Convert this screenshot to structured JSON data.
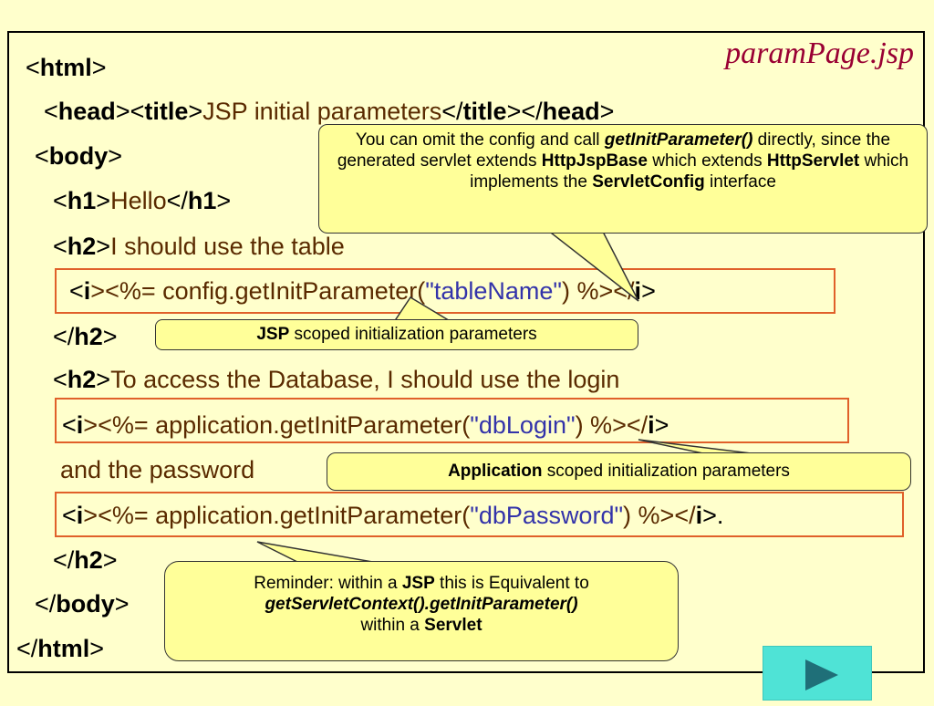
{
  "filename": "paramPage.jsp",
  "code": {
    "html_open": {
      "lt": "<",
      "tag": "html",
      "gt": ">"
    },
    "head_line": {
      "lt1": "<",
      "tag1": "head",
      "mid1": "><",
      "tag2": "title",
      "gt1": ">",
      "text": "JSP initial parameters",
      "lt2": "</",
      "tag3": "title",
      "mid2": "></",
      "tag4": "head",
      "gt2": ">"
    },
    "body_open": {
      "lt": "<",
      "tag": "body",
      "gt": ">"
    },
    "h1_line": {
      "lt1": "<",
      "tag1": "h1",
      "gt1": ">",
      "text": "Hello",
      "lt2": "</",
      "tag2": "h1",
      "gt2": ">"
    },
    "h2_line1": {
      "lt": "<",
      "tag": "h2",
      "gt": ">",
      "text": "I should use the table"
    },
    "expr1": {
      "lt": "<",
      "tag": "i",
      "pre": "><%= config.getInitParameter(",
      "str": "\"tableName\"",
      "post": ") %></",
      "tag2": "i",
      "gt": ">"
    },
    "h2_close1": {
      "lt": "</",
      "tag": "h2",
      "gt": ">"
    },
    "h2_line2": {
      "lt": "<",
      "tag": "h2",
      "gt": ">",
      "text": "To access the Database, I should use the login"
    },
    "expr2": {
      "lt": "<",
      "tag": "i",
      "pre": "><%= application.getInitParameter(",
      "str": "\"dbLogin\"",
      "post": ") %></",
      "tag2": "i",
      "gt": ">"
    },
    "password_text": "and the password",
    "expr3": {
      "lt": "<",
      "tag": "i",
      "pre": "><%= application.getInitParameter(",
      "str": "\"dbPassword\"",
      "post": ") %></",
      "tag2": "i",
      "gt": ">."
    },
    "h2_close2": {
      "lt": "</",
      "tag": "h2",
      "gt": ">"
    },
    "body_close": {
      "lt": "</",
      "tag": "body",
      "gt": ">"
    },
    "html_close": {
      "lt": "</",
      "tag": "html",
      "gt": ">"
    }
  },
  "callouts": {
    "servlet_config": {
      "t1": "You can omit the config and call ",
      "b1": "getInitParameter()",
      "t2": " directly, since the generated servlet extends ",
      "b2": "HttpJspBase",
      "t3": " which extends ",
      "b3": "HttpServlet",
      "t4": " which implements the ",
      "b4": "ServletConfig",
      "t5": " interface"
    },
    "jsp_scoped": {
      "b": "JSP",
      "t": " scoped initialization parameters"
    },
    "app_scoped": {
      "b": "Application",
      "t": " scoped initialization parameters"
    },
    "reminder": {
      "t1": "Reminder: within a ",
      "b1": "JSP",
      "t2": " this is Equivalent to",
      "b2": "getServletContext().getInitParameter()",
      "t3": "within a ",
      "b3": "Servlet"
    }
  },
  "nav": {
    "next_icon": "play-arrow-icon"
  },
  "colors": {
    "background": "#FFFFCC",
    "highlight_border": "#E0602A",
    "callout_fill": "#FFFF99",
    "filename": "#990033",
    "next_button": "#4FE3D6"
  }
}
